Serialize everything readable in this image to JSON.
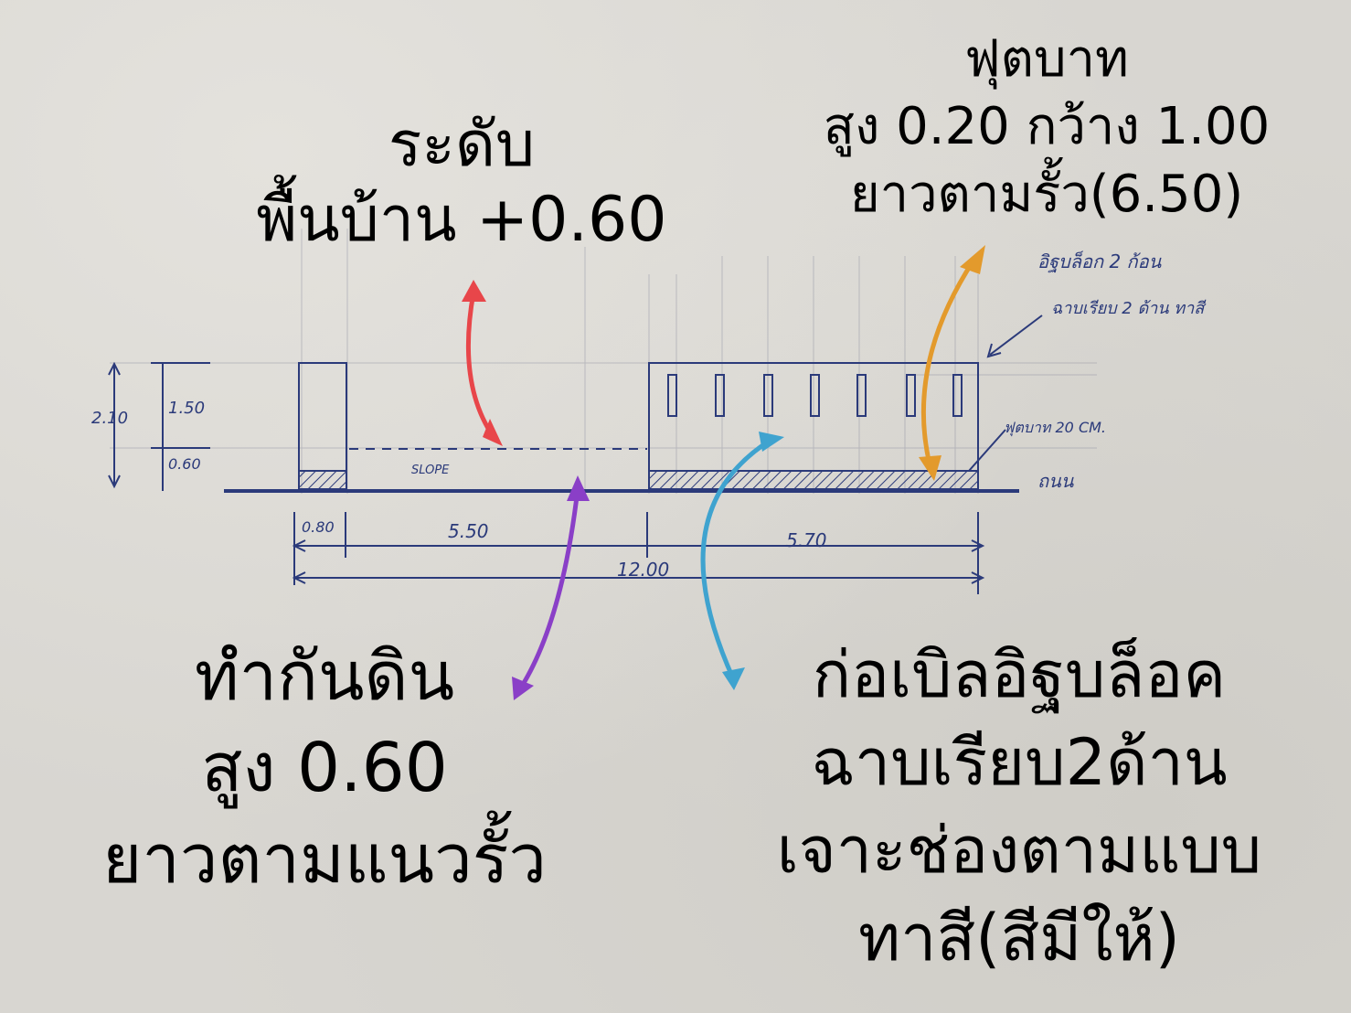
{
  "callouts": {
    "floor_level": {
      "line1": "ระดับ",
      "line2": "พื้นบ้าน +0.60"
    },
    "footpath": {
      "line1": "ฟุตบาท",
      "line2": "สูง 0.20 กว้าง 1.00",
      "line3": "ยาวตามรั้ว(6.50)"
    },
    "retaining_wall": {
      "line1": "ทำกันดิน",
      "line2": "สูง 0.60",
      "line3": "ยาวตามแนวรั้ว"
    },
    "block_wall": {
      "line1": "ก่อเบิลอิฐบล็อค",
      "line2": "ฉาบเรียบ2ด้าน",
      "line3": "เจาะช่องตามแบบ",
      "line4": "ทาสี(สีมีให้)"
    }
  },
  "drawing_notes": {
    "block_note_1": "อิฐบล็อก 2 ก้อน",
    "block_note_2": "ฉาบเรียบ 2 ด้าน ทาสี",
    "footpath_note": "ฟุตบาท 20 CM.",
    "road": "ถนน",
    "slope": "SLOPE"
  },
  "dimensions": {
    "total_height": "2.10",
    "upper_height": "1.50",
    "lower_height": "0.60",
    "pillar_width": "0.80",
    "slope_span": "5.50",
    "wall_span": "5.70",
    "total_length": "12.00"
  },
  "colors": {
    "red_arrow": "#e8464a",
    "orange_arrow": "#e39a2c",
    "purple_arrow": "#8a3fc7",
    "blue_arrow": "#3fa3cf",
    "pencil_ink": "#2b3a7a",
    "text": "#000000"
  }
}
